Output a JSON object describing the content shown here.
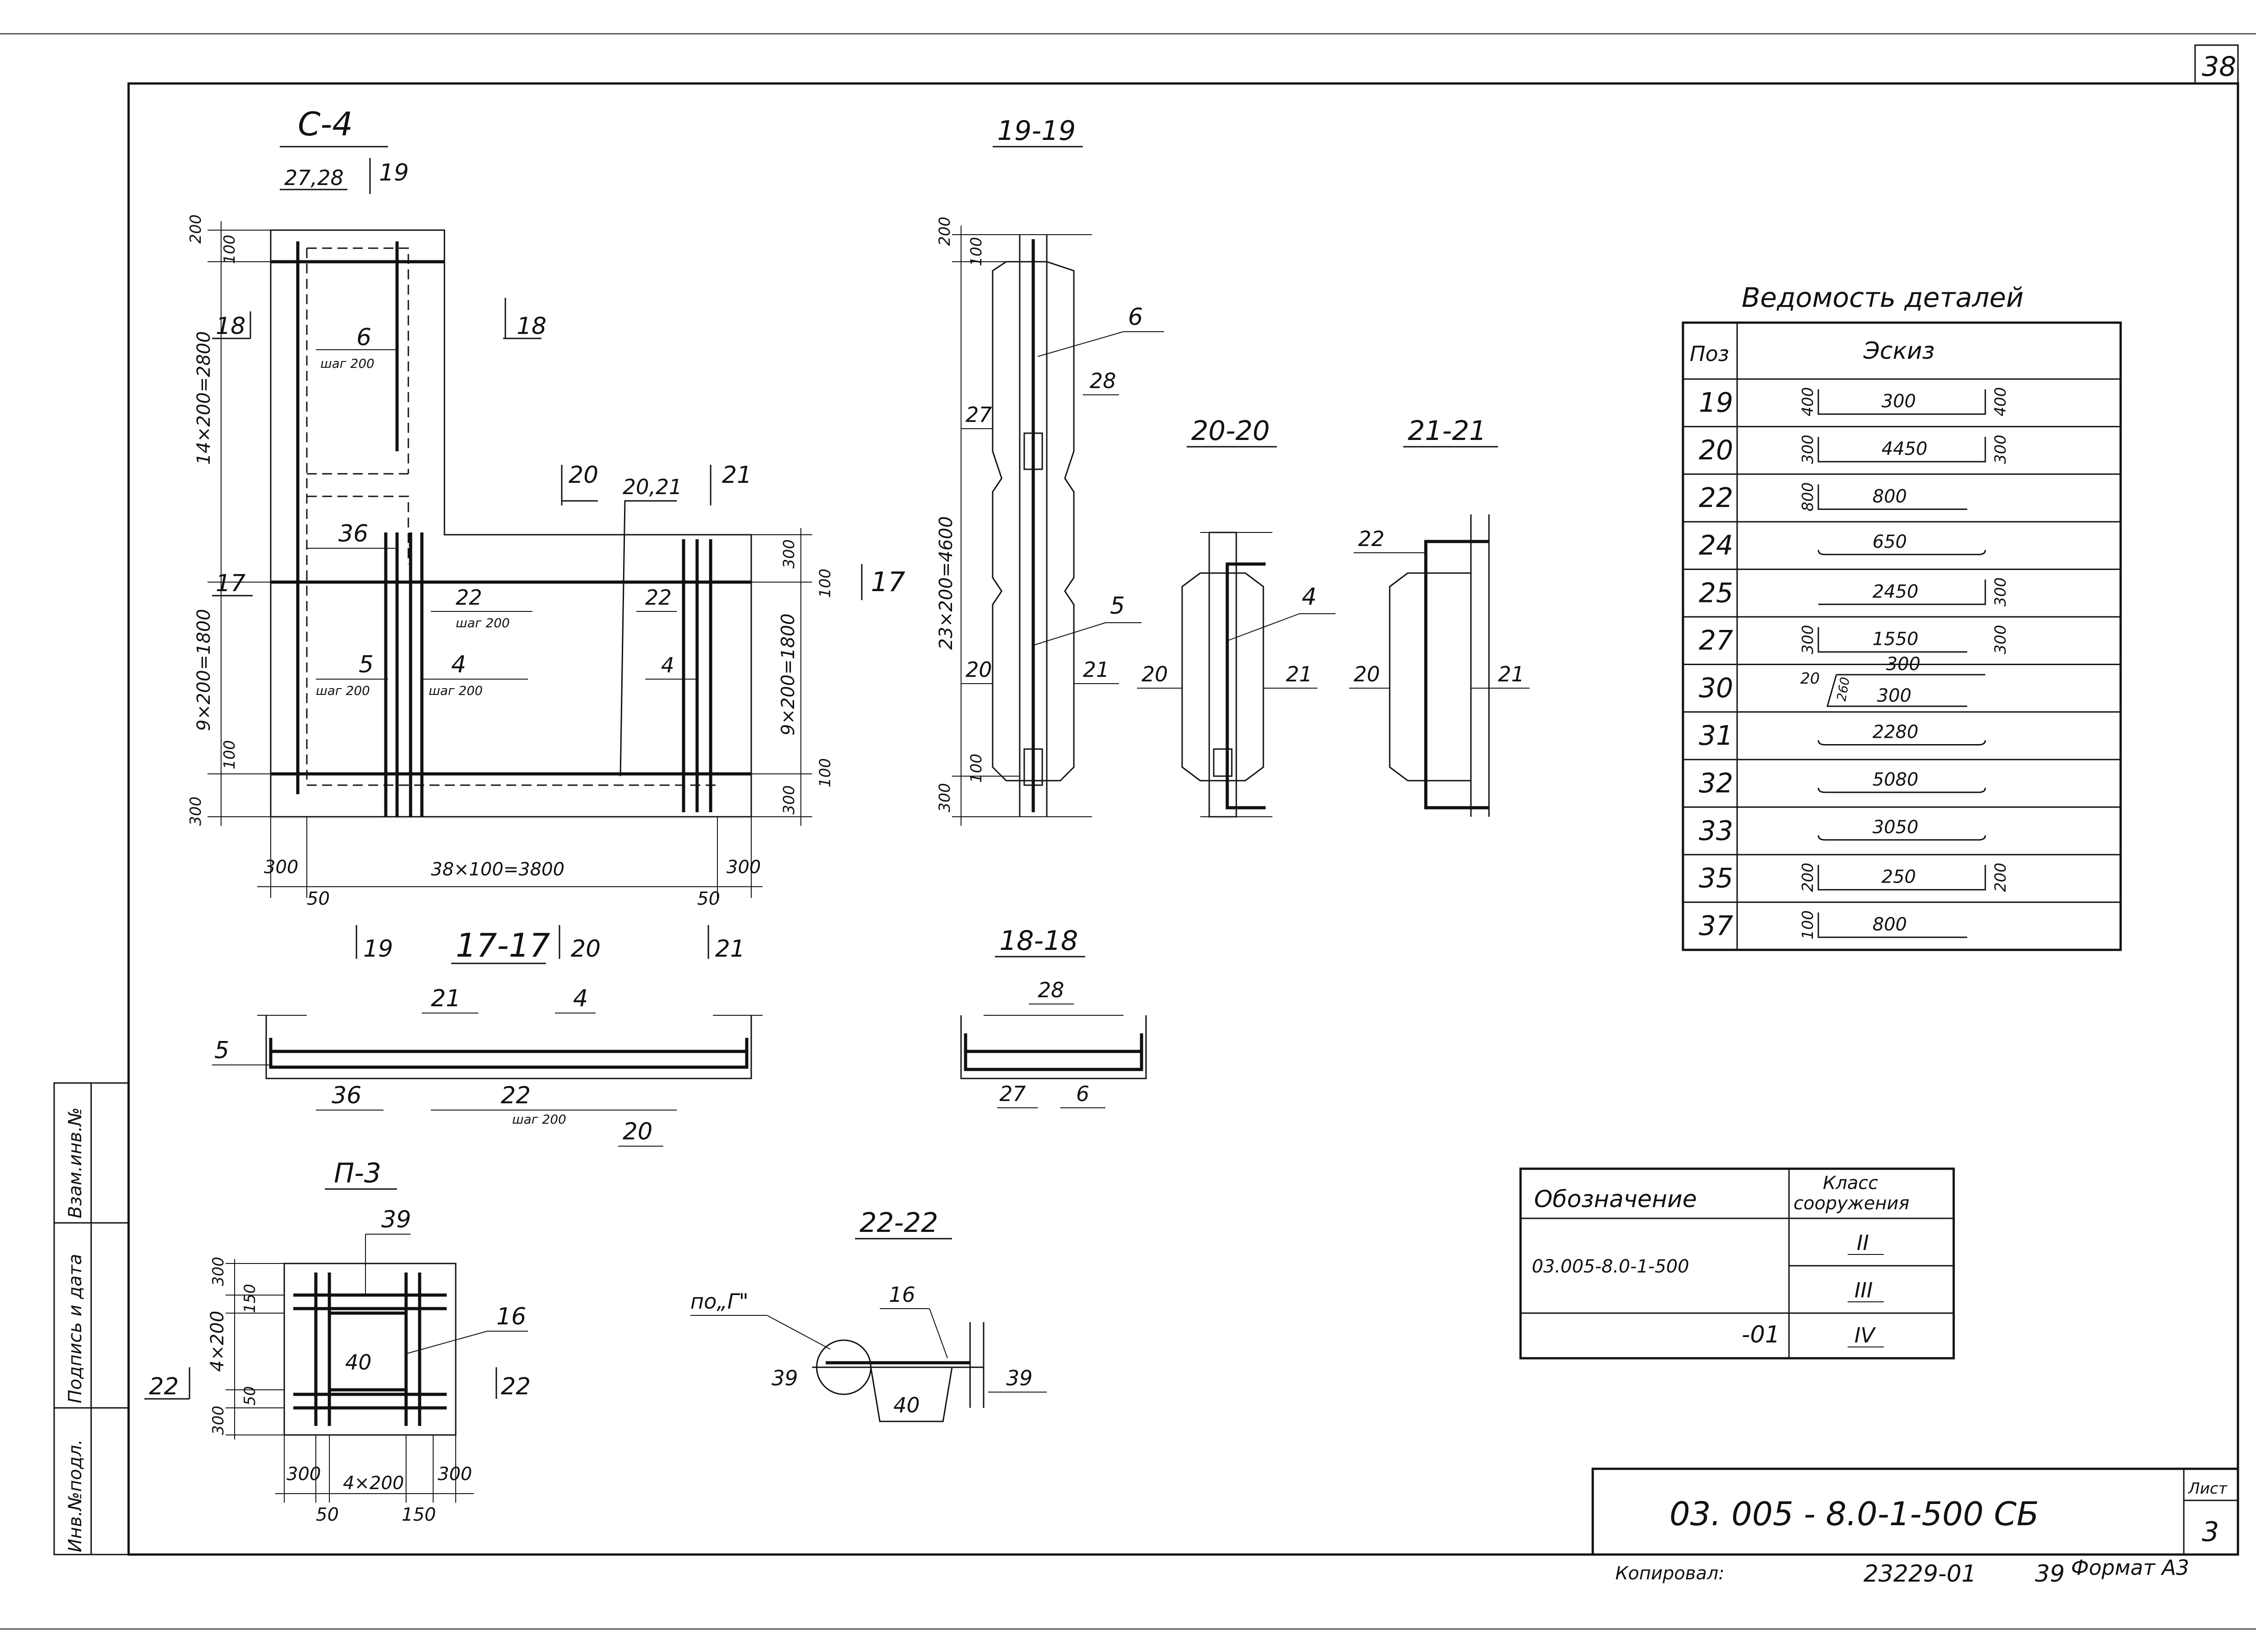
{
  "sheet_number": "38",
  "views": {
    "c4": {
      "title": "С-4"
    },
    "s19": {
      "title": "19-19"
    },
    "s20": {
      "title": "20-20"
    },
    "s21": {
      "title": "21-21"
    },
    "s17": {
      "title": "17-17"
    },
    "s18": {
      "title": "18-18"
    },
    "p3": {
      "title": "П-3"
    },
    "s22": {
      "title": "22-22"
    }
  },
  "c4_labels": {
    "top_marker": "27,28",
    "cut19": "19",
    "cut18": "18",
    "cut17": "17",
    "cut20": "20",
    "cut2021": "20,21",
    "cut21": "21",
    "pos6": "6",
    "pos36": "36",
    "pos5": "5",
    "pos4": "4",
    "pos22": "22",
    "pos22b": "22",
    "pos4b": "4",
    "shag": "шаг 200",
    "dim_left_top_200": "200",
    "dim_left_top_100": "100",
    "dim_left_2800": "14×200=2800",
    "dim_left_1800": "9×200=1800",
    "dim_left_bot_100": "100",
    "dim_left_bot_300": "300",
    "dim_right_300": "300",
    "dim_right_100": "100",
    "dim_right_1800": "9×200=1800",
    "dim_right_bot_100": "100",
    "dim_right_bot_300": "300",
    "dim_bot_300_left": "300",
    "dim_bot_50_left": "50",
    "dim_bot_3800": "38×100=3800",
    "dim_bot_300_right": "300",
    "dim_bot_50_right": "50",
    "bottom_cut19": "19",
    "bottom_cut20": "20",
    "bottom_cut21": "21"
  },
  "s19_labels": {
    "dim_200": "200",
    "dim_100": "100",
    "dim_4600": "23×200=4600",
    "dim_bot_100": "100",
    "dim_bot_300": "300",
    "pos6": "6",
    "pos28": "28",
    "pos27": "27",
    "pos5": "5",
    "pos20": "20",
    "pos21": "21"
  },
  "s20_labels": {
    "pos4": "4",
    "pos20": "20",
    "pos21": "21"
  },
  "s21_labels": {
    "pos22": "22",
    "pos20": "20",
    "pos21": "21"
  },
  "s17_labels": {
    "pos5": "5",
    "pos21": "21",
    "pos4": "4",
    "pos36": "36",
    "pos22": "22",
    "shag": "шаг 200",
    "pos20": "20"
  },
  "s18_labels": {
    "pos28": "28",
    "pos27": "27",
    "pos6": "6"
  },
  "p3_labels": {
    "pos39": "39",
    "pos16": "16",
    "pos40": "40",
    "cut22": "22",
    "dim_300_top": "300",
    "dim_150": "150",
    "dim_4x200": "4×200",
    "dim_50": "50",
    "dim_300_bot": "300",
    "dim_bot_300_left": "300",
    "dim_bot_4x200": "4×200",
    "dim_bot_300_right": "300",
    "dim_bot_50": "50",
    "dim_bot_150": "150"
  },
  "s22_labels": {
    "callout": "по„Г\"",
    "pos16": "16",
    "pos39_left": "39",
    "pos39_right": "39",
    "pos40": "40"
  },
  "details_table": {
    "title": "Ведомость деталей",
    "col_pos": "Поз",
    "col_sketch": "Эскиз",
    "rows": [
      {
        "pos": "19",
        "shape": "u",
        "left": "400",
        "mid": "300",
        "right": "400"
      },
      {
        "pos": "20",
        "shape": "u",
        "left": "300",
        "mid": "4450",
        "right": "300"
      },
      {
        "pos": "22",
        "shape": "l",
        "left": "800",
        "mid": "800",
        "right": ""
      },
      {
        "pos": "24",
        "shape": "s",
        "left": "",
        "mid": "650",
        "right": ""
      },
      {
        "pos": "25",
        "shape": "j",
        "left": "",
        "mid": "2450",
        "right": "300"
      },
      {
        "pos": "27",
        "shape": "l",
        "left": "300",
        "mid": "1550",
        "right": "300"
      },
      {
        "pos": "30",
        "shape": "z",
        "left": "20",
        "mid": "300",
        "right": "300",
        "extra": "260"
      },
      {
        "pos": "31",
        "shape": "s",
        "left": "",
        "mid": "2280",
        "right": ""
      },
      {
        "pos": "32",
        "shape": "s",
        "left": "",
        "mid": "5080",
        "right": ""
      },
      {
        "pos": "33",
        "shape": "s",
        "left": "",
        "mid": "3050",
        "right": ""
      },
      {
        "pos": "35",
        "shape": "u",
        "left": "200",
        "mid": "250",
        "right": "200"
      },
      {
        "pos": "37",
        "shape": "l",
        "left": "100",
        "mid": "800",
        "right": ""
      }
    ]
  },
  "class_table": {
    "col_designation": "Обозначение",
    "col_class": "Класс сооружения",
    "designation": "03.005-8.0-1-500",
    "variant": "-01",
    "classes": [
      "II",
      "III",
      "IV"
    ]
  },
  "side_stamp": [
    "Инв.№подл.",
    "Подпись и дата",
    "Взам.инв.№"
  ],
  "title_block": {
    "code": "03. 005 - 8.0-1-500 СБ",
    "sheet_label": "Лист",
    "sheet_value": "3"
  },
  "footer": {
    "copied": "Копировал: ",
    "number": "23229-01",
    "sheet": "39",
    "format": "Формат А3"
  }
}
